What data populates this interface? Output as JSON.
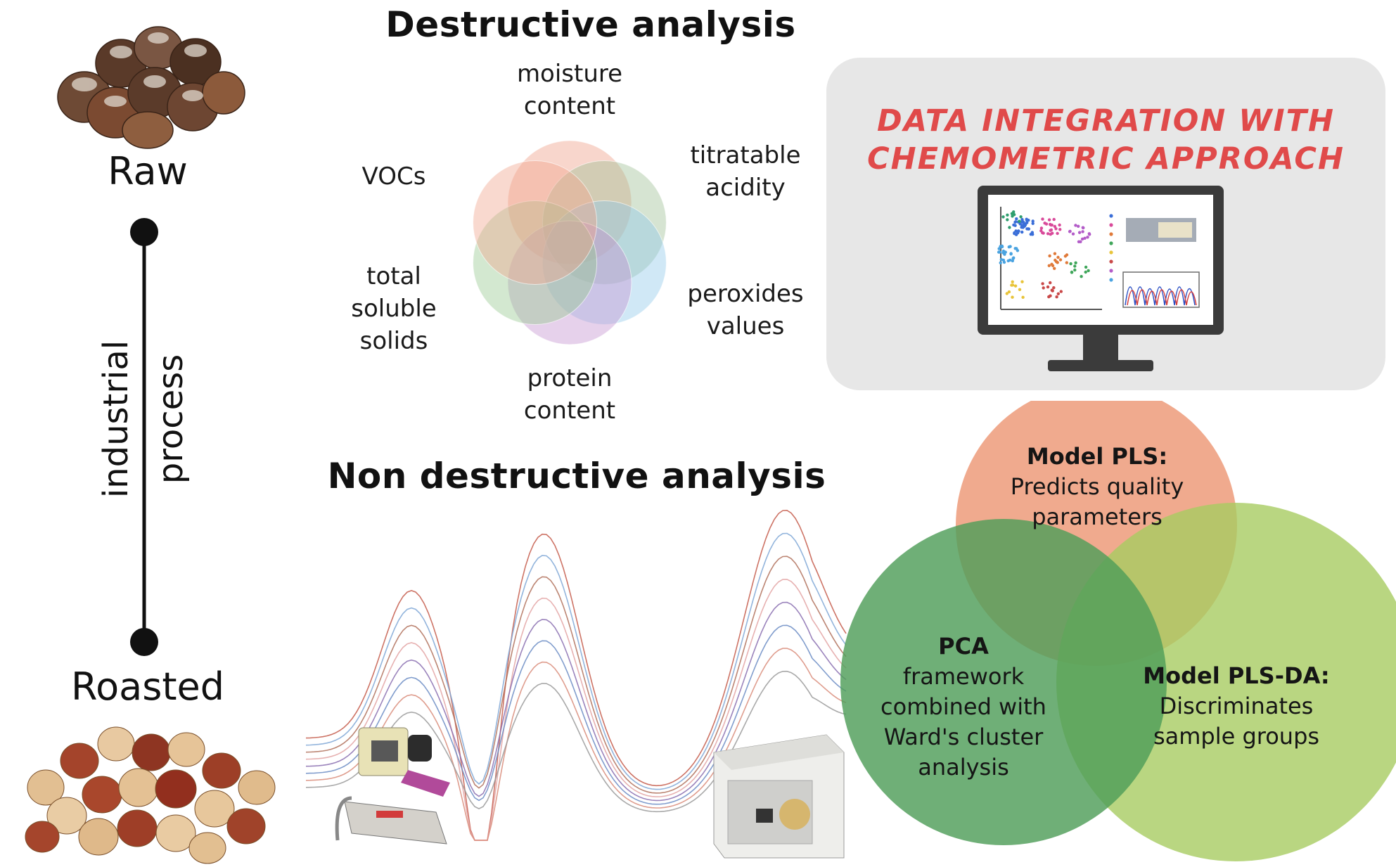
{
  "process": {
    "start_label": "Raw",
    "end_label": "Roasted",
    "axis_label_1": "industrial",
    "axis_label_2": "process"
  },
  "destructive": {
    "title": "Destructive analysis",
    "parameters": {
      "moisture": [
        "moisture",
        "content"
      ],
      "acidity": [
        "titratable",
        "acidity"
      ],
      "peroxides": [
        "peroxides",
        "values"
      ],
      "protein": [
        "protein",
        "content"
      ],
      "solids": [
        "total",
        "soluble",
        "solids"
      ],
      "vocs": [
        "VOCs"
      ]
    },
    "petal_colors": [
      "#ef9d86",
      "#9dbf94",
      "#8fc7ea",
      "#c391cf",
      "#95c98e",
      "#f0a48c"
    ]
  },
  "non_destructive": {
    "title": "Non destructive analysis"
  },
  "data_integration": {
    "title_line1": "DATA INTEGRATION WITH",
    "title_line2": "CHEMOMETRIC APPROACH",
    "title_color": "#e04a4a"
  },
  "models": {
    "pls": {
      "name": "Model PLS:",
      "desc": [
        "Predicts quality",
        "parameters"
      ],
      "color": "#ee9c7c"
    },
    "pca": {
      "name": "PCA",
      "desc": [
        "framework",
        "combined with",
        "Ward's cluster",
        "analysis"
      ],
      "color": "#4f9e59"
    },
    "plsda": {
      "name": "Model PLS-DA:",
      "desc": [
        "Discriminates",
        "sample groups"
      ],
      "color": "#a8cc62"
    }
  }
}
